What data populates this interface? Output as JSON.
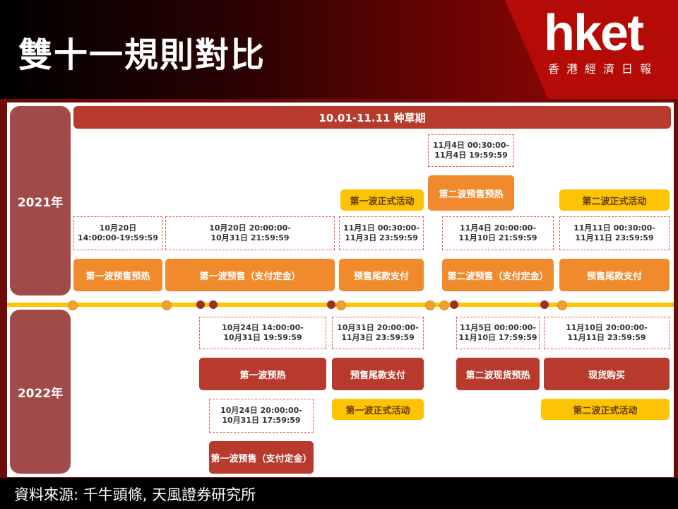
{
  "header": {
    "title": "雙十一規則對比",
    "logo": "hket",
    "logo_sub": "香港經濟日報"
  },
  "diagram": {
    "top_bar": "10.01-11.11 种草期",
    "year_2021": "2021年",
    "year_2022": "2022年",
    "row2021": {
      "time1": "10月20日\n14:00:00-19:59:59",
      "time2": "10月20日 20:00:00-\n10月31日 21:59:59",
      "time3": "11月1日 00:30:00-\n11月3日 23:59:59",
      "time4": "11月4日 00:30:00-\n11月4日 19:59:59",
      "time5": "11月4日 20:00:00-\n11月10日 21:59:59",
      "time6": "11月11日 00:30:00-\n11月11日 23:59:59",
      "b1": "第一波预售预热",
      "b2": "第一波预售（支付定金）",
      "b3": "预售尾款支付",
      "b4": "第二波预售预热",
      "b5": "第二波预售（支付定金）",
      "b6": "预售尾款支付",
      "y1": "第一波正式活动",
      "y2": "第二波正式活动"
    },
    "row2022": {
      "time1": "10月24日 14:00:00-\n10月31日 19:59:59",
      "time2": "10月31日 20:00:00-\n11月3日 23:59:59",
      "time3": "11月5日 00:00:00-\n11月10日 17:59:59",
      "time4": "11月10日 20:00:00-\n11月11日 23:59:59",
      "time5": "10月24日 20:00:00-\n10月31日 17:59:59",
      "b1": "第一波预热",
      "b2": "预售尾款支付",
      "b3": "第二波现货预热",
      "b4": "现货购买",
      "b5": "第一波预售（支付定金）",
      "y1": "第一波正式活动",
      "y2": "第二波正式活动"
    }
  },
  "footer": {
    "source": "資料來源: 千牛頭條, 天風證券研究所"
  },
  "colors": {
    "orange": "#f08a2c",
    "red": "#b83a2c",
    "yellow": "#fcc404",
    "year_block": "#a04b4a"
  }
}
